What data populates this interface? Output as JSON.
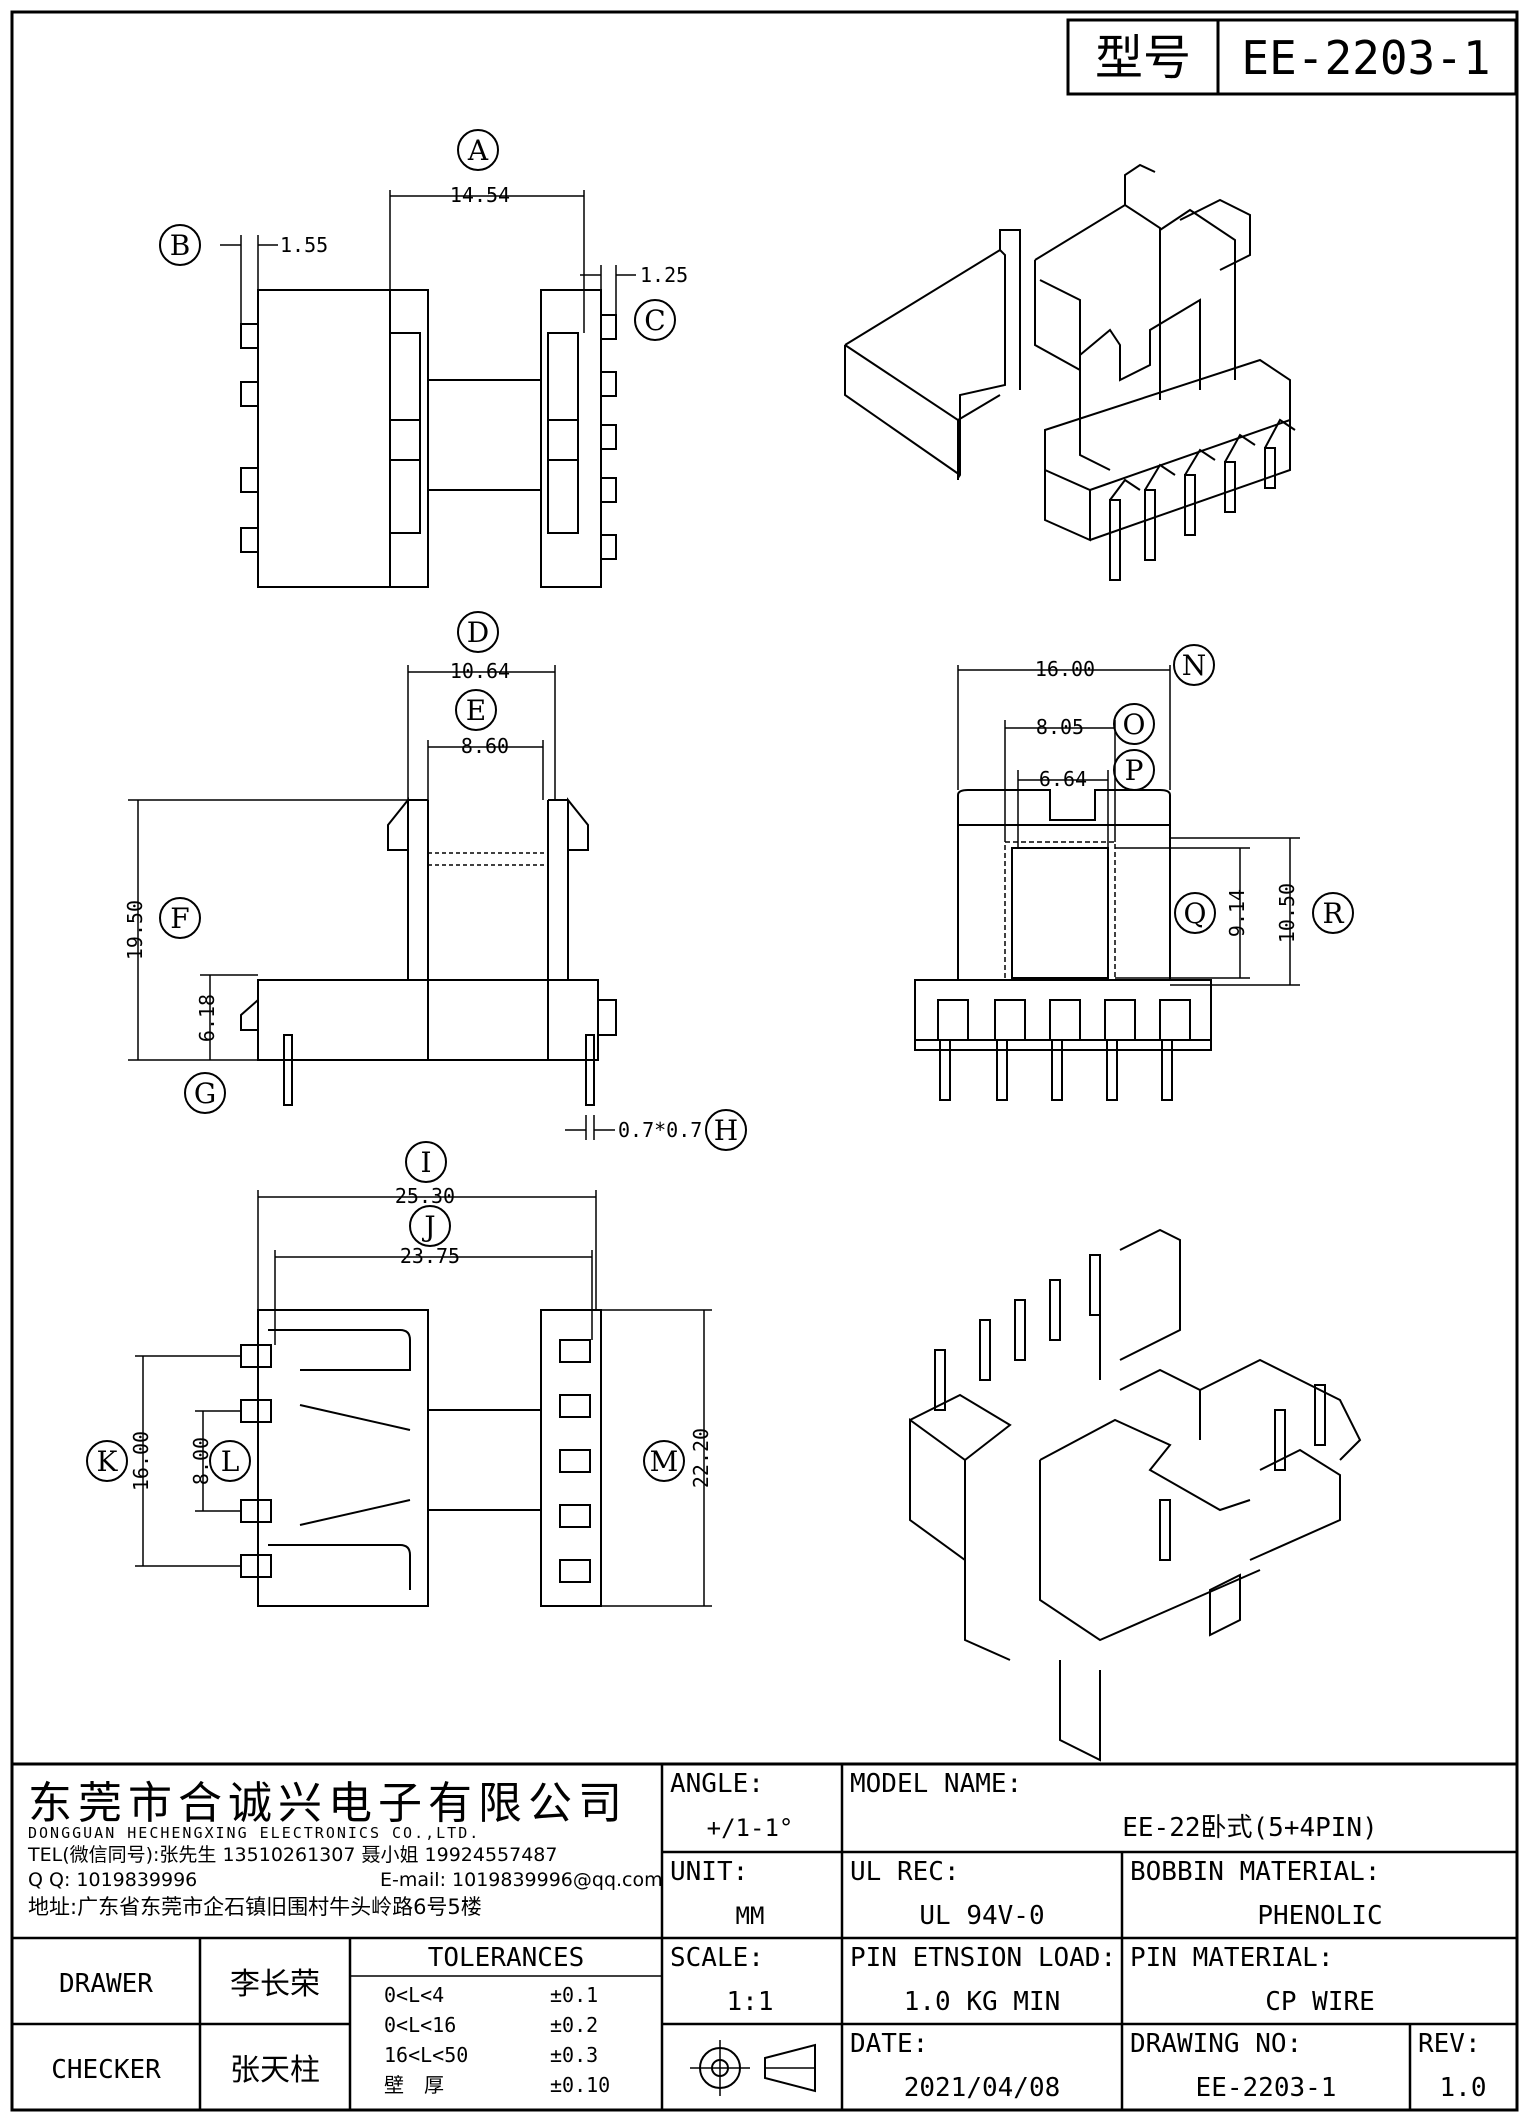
{
  "header": {
    "model_label": "型号",
    "model_value": "EE-2203-1"
  },
  "dims": {
    "A": "14.54",
    "B": "1.55",
    "C": "1.25",
    "D": "10.64",
    "E": "8.60",
    "F": "19.50",
    "G": "6.18",
    "H": "0.7*0.7",
    "I": "25.30",
    "J": "23.75",
    "K": "16.00",
    "L": "8.00",
    "M": "22.20",
    "N": "16.00",
    "O": "8.05",
    "P": "6.64",
    "Q": "9.14",
    "R": "10.50"
  },
  "labels": [
    "A",
    "B",
    "C",
    "D",
    "E",
    "F",
    "G",
    "H",
    "I",
    "J",
    "K",
    "L",
    "M",
    "N",
    "O",
    "P",
    "Q",
    "R"
  ],
  "company": {
    "name_cn": "东莞市合诚兴电子有限公司",
    "name_en": "DONGGUAN HECHENGXING ELECTRONICS CO.,LTD.",
    "tel": "TEL(微信同号):张先生 13510261307 聂小姐 19924557487",
    "qq": "Q Q: 1019839996",
    "email": "E-mail: 1019839996@qq.com",
    "address": "地址:广东省东莞市企石镇旧围村牛头岭路6号5楼"
  },
  "title_block": {
    "angle_label": "ANGLE:",
    "angle_value": "+/1-1°",
    "model_name_label": "MODEL NAME:",
    "model_name_value": "EE-22卧式(5+4PIN)",
    "unit_label": "UNIT:",
    "unit_value": "MM",
    "ul_label": "UL REC:",
    "ul_value": "UL 94V-0",
    "bobbin_label": "BOBBIN MATERIAL:",
    "bobbin_value": "PHENOLIC",
    "scale_label": "SCALE:",
    "scale_value": "1:1",
    "pin_load_label": "PIN ETNSION LOAD:",
    "pin_load_value": "1.0 KG MIN",
    "pin_material_label": "PIN MATERIAL:",
    "pin_material_value": "CP WIRE",
    "date_label": "DATE:",
    "date_value": "2021/04/08",
    "drawing_no_label": "DRAWING NO:",
    "drawing_no_value": "EE-2203-1",
    "rev_label": "REV:",
    "rev_value": "1.0",
    "drawer_label": "DRAWER",
    "drawer_value": "李长荣",
    "checker_label": "CHECKER",
    "checker_value": "张天柱",
    "tolerances_label": "TOLERANCES",
    "tolerances": [
      {
        "range": "0<L<4",
        "value": "±0.1"
      },
      {
        "range": "0<L<16",
        "value": "±0.2"
      },
      {
        "range": "16<L<50",
        "value": "±0.3"
      },
      {
        "range": "壁　厚",
        "value": "±0.10"
      }
    ]
  }
}
